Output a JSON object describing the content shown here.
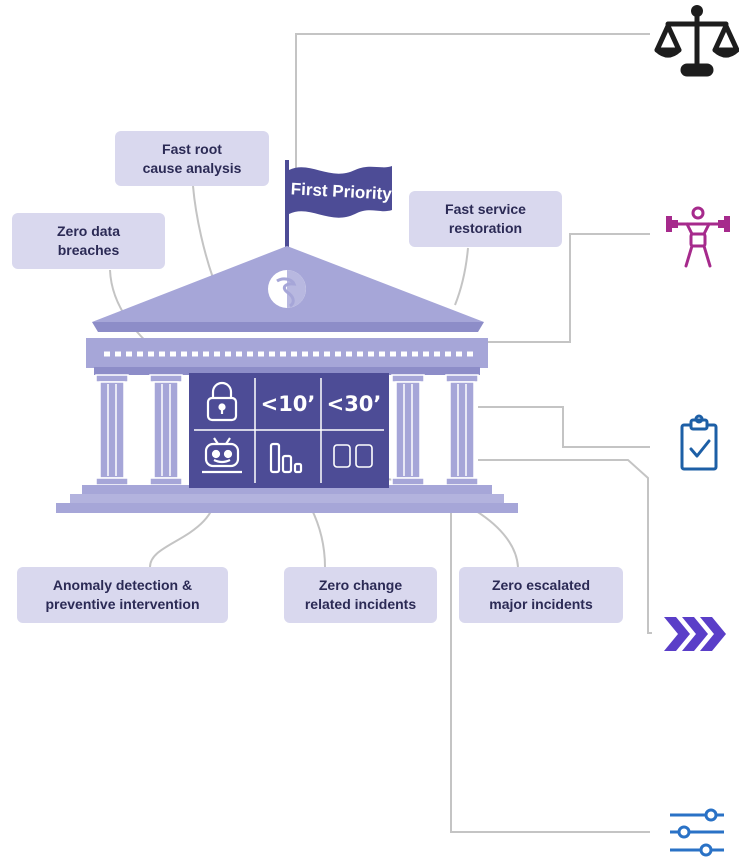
{
  "flag_label": "First Priority",
  "callouts": {
    "fast_root_cause": "Fast root\ncause analysis",
    "zero_data_breaches": "Zero data\nbreaches",
    "fast_service_restoration": "Fast service\nrestoration",
    "anomaly_detection": "Anomaly detection &\npreventive intervention",
    "zero_change_incidents": "Zero change\nrelated incidents",
    "zero_escalated_incidents": "Zero escalated\nmajor incidents"
  },
  "metrics": {
    "root_cause_time": "<10’",
    "restoration_time": "<30’"
  },
  "icons": {
    "scales": "scales-icon",
    "weightlifter": "weightlifter-icon",
    "clipboard": "clipboard-check-icon",
    "chevrons": "triple-chevron-icon",
    "sliders": "sliders-icon",
    "lock": "lock-icon",
    "robot": "robot-icon",
    "bar_chart": "bar-chart-icon",
    "zero_zero": "zero-zero-icon",
    "logo": "swisscom-logo"
  },
  "colors": {
    "building": "#a6a6d8",
    "building_dark": "#8d8dc8",
    "panel": "#4d4c96",
    "callout_bg": "#d9d8ee",
    "connector": "#c4c4c4",
    "scales": "#1d1d1d",
    "weightlifter": "#a62a8c",
    "clipboard": "#1d5fa6",
    "chevrons": "#5a3ec8",
    "sliders": "#2a72c6"
  }
}
